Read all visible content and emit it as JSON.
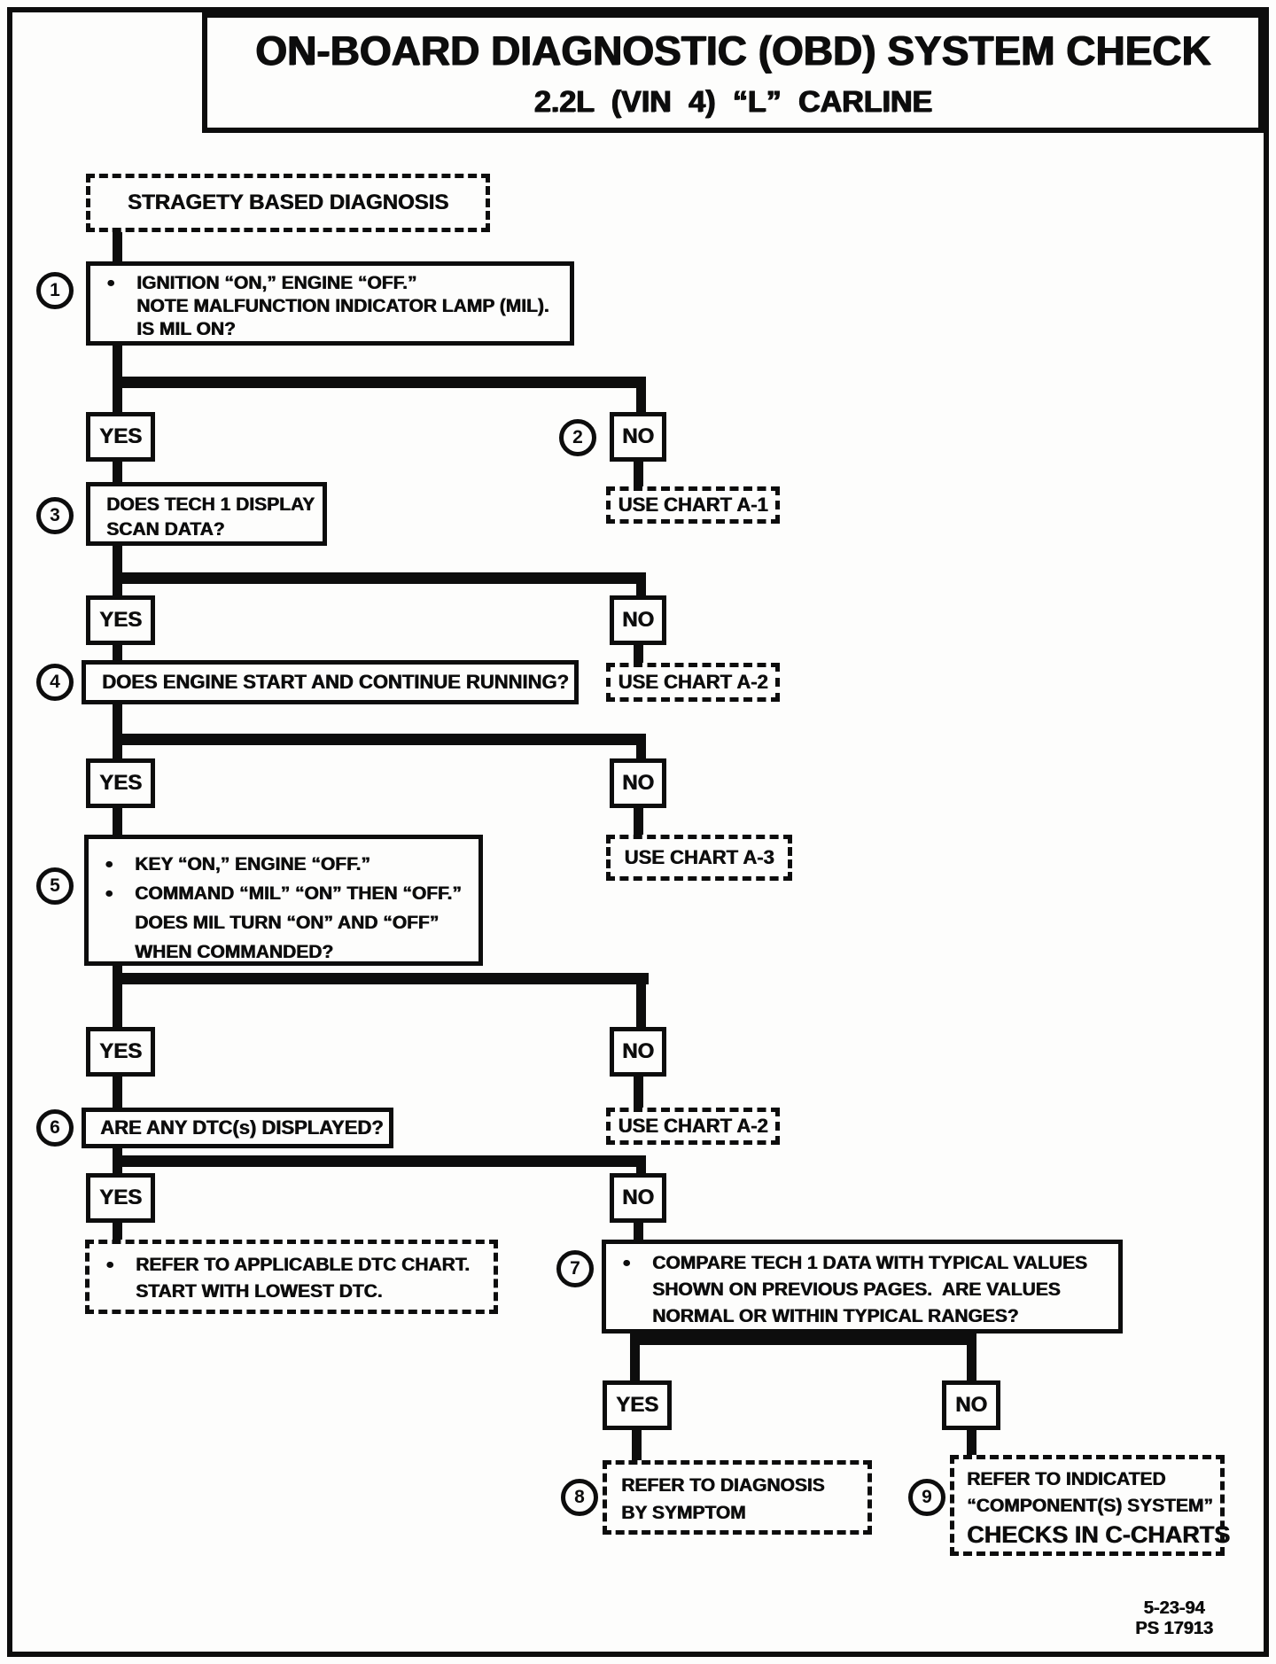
{
  "header": {
    "title": "ON-BOARD DIAGNOSTIC (OBD) SYSTEM CHECK",
    "subtitle": "2.2L  (VIN 4)  “L”  CARLINE"
  },
  "labels": {
    "yes": "YES",
    "no": "NO"
  },
  "flow": {
    "start": {
      "label": "STRAGETY BASED DIAGNOSIS"
    },
    "step1": {
      "num": "1",
      "line1": "IGNITION “ON,” ENGINE “OFF.”",
      "line2": "NOTE MALFUNCTION INDICATOR LAMP (MIL).",
      "line3": "IS MIL ON?"
    },
    "step2": {
      "num": "2"
    },
    "charts": {
      "a1": "USE CHART A-1",
      "a2_first": "USE CHART A-2",
      "a3": "USE CHART A-3",
      "a2_second": "USE CHART A-2"
    },
    "step3": {
      "num": "3",
      "line1": "DOES TECH 1 DISPLAY",
      "line2": "SCAN DATA?"
    },
    "step4": {
      "num": "4",
      "line1": "DOES ENGINE START AND CONTINUE RUNNING?"
    },
    "step5": {
      "num": "5",
      "line1": "KEY “ON,” ENGINE “OFF.”",
      "line2": "COMMAND “MIL” “ON” THEN “OFF.”",
      "line3": "DOES MIL TURN “ON” AND “OFF”",
      "line4": "WHEN COMMANDED?"
    },
    "step6": {
      "num": "6",
      "line1": "ARE ANY DTC(s) DISPLAYED?"
    },
    "result_dtc": {
      "line1": "REFER TO APPLICABLE DTC CHART.",
      "line2": "START WITH LOWEST DTC."
    },
    "step7": {
      "num": "7",
      "line1": "COMPARE TECH 1 DATA WITH TYPICAL VALUES",
      "line2": "SHOWN ON PREVIOUS PAGES.  ARE VALUES",
      "line3": "NORMAL OR WITHIN TYPICAL RANGES?"
    },
    "step8": {
      "num": "8",
      "line1": "REFER TO DIAGNOSIS",
      "line2": "BY SYMPTOM"
    },
    "step9": {
      "num": "9",
      "line1": "REFER TO INDICATED",
      "line2": "“COMPONENT(S) SYSTEM”",
      "line3": "CHECKS IN C-CHARTS"
    }
  },
  "footer": {
    "date": "5-23-94",
    "code": "PS 17913"
  }
}
